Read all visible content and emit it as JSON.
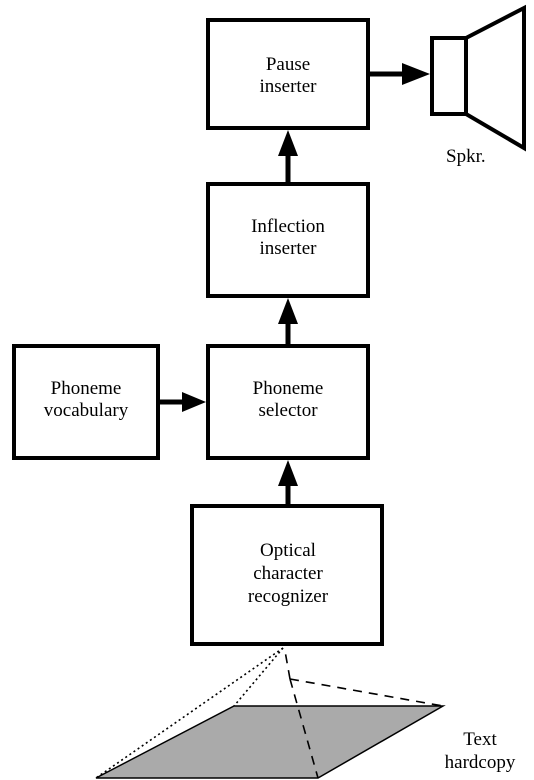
{
  "blocks": {
    "pause_inserter": {
      "line1": "Pause",
      "line2": "inserter"
    },
    "inflection_inserter": {
      "line1": "Inflection",
      "line2": "inserter"
    },
    "phoneme_vocabulary": {
      "line1": "Phoneme",
      "line2": "vocabulary"
    },
    "phoneme_selector": {
      "line1": "Phoneme",
      "line2": "selector"
    },
    "ocr": {
      "line1": "Optical",
      "line2": "character",
      "line3": "recognizer"
    }
  },
  "speaker": {
    "label": "Spkr."
  },
  "hardcopy": {
    "line1": "Text",
    "line2": "hardcopy"
  },
  "colors": {
    "stroke": "#000000",
    "paper": "#aaaaaa",
    "background": "#ffffff"
  }
}
